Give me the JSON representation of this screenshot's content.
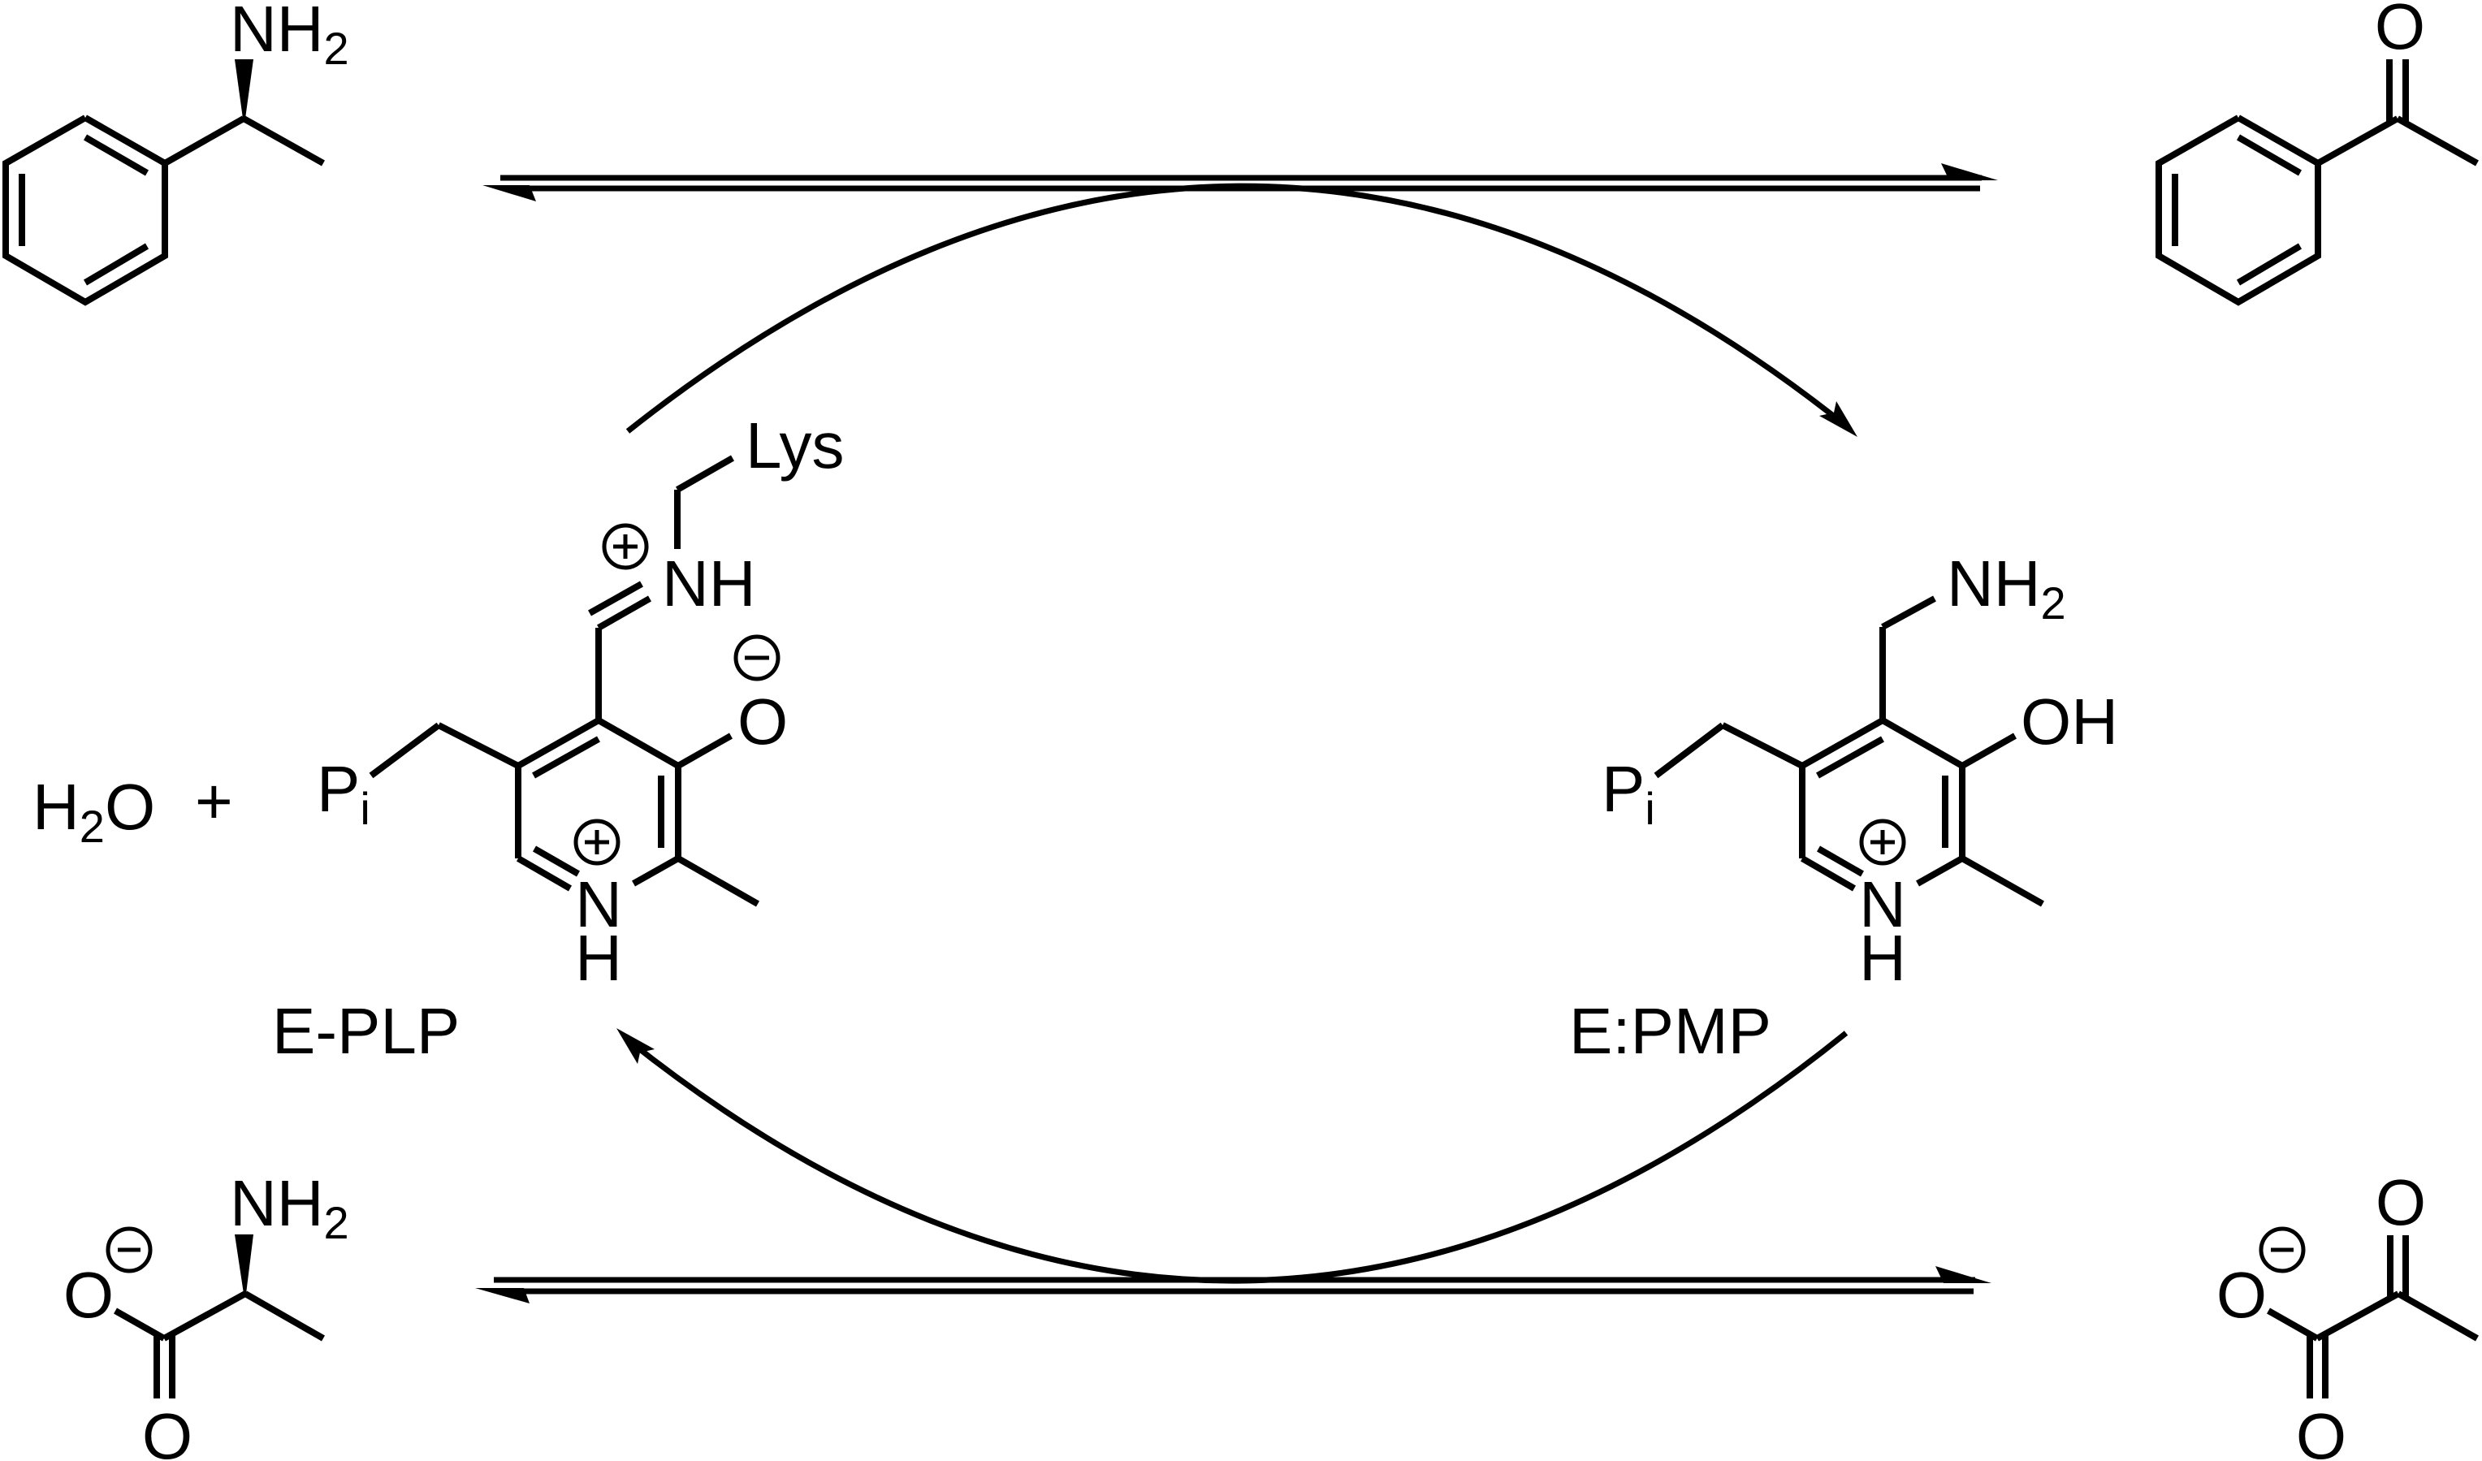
{
  "scheme": {
    "title": "Transaminase ping-pong cycle (PLP / PMP)",
    "colors": {
      "ink": "#000000",
      "background": "#ffffff"
    },
    "top_equilibrium": {
      "substrate": {
        "name": "(S)-1-phenylethylamine",
        "amine_label": "NH",
        "amine_sub": "2"
      },
      "product": {
        "name": "acetophenone",
        "carbonyl_label": "O"
      }
    },
    "bottom_equilibrium": {
      "substrate": {
        "name": "alanine (carboxylate)",
        "amine_label": "NH",
        "amine_sub": "2",
        "o_minus_label": "O",
        "o_label": "O",
        "charge": "−"
      },
      "product": {
        "name": "pyruvate",
        "o_minus_label": "O",
        "o_label": "O",
        "keto_o_label": "O",
        "charge": "−"
      }
    },
    "left_cofactor": {
      "name": "E-PLP",
      "water": {
        "h": "H",
        "sub": "2",
        "o": "O"
      },
      "plus": "+",
      "phosphate": {
        "p": "P",
        "sub": "i"
      },
      "lysine_label": "Lys",
      "iminium_label": "NH",
      "phenolate_label": "O",
      "ring_n_label": "N",
      "ring_h_label": "H",
      "iminium_charge": "+",
      "phenolate_charge": "−",
      "ring_charge": "+"
    },
    "right_cofactor": {
      "name": "E:PMP",
      "phosphate": {
        "p": "P",
        "sub": "i"
      },
      "amine_label": "NH",
      "amine_sub": "2",
      "hydroxyl_label": "OH",
      "ring_n_label": "N",
      "ring_h_label": "H",
      "ring_charge": "+"
    },
    "arrows": [
      {
        "id": "top-equilibrium",
        "type": "equilibrium-half-arrows"
      },
      {
        "id": "bottom-equilibrium",
        "type": "equilibrium-half-arrows"
      },
      {
        "id": "upper-arc",
        "type": "curved-arrow",
        "direction": "E-PLP to E:PMP"
      },
      {
        "id": "lower-arc",
        "type": "curved-arrow",
        "direction": "E:PMP to E-PLP"
      }
    ]
  }
}
